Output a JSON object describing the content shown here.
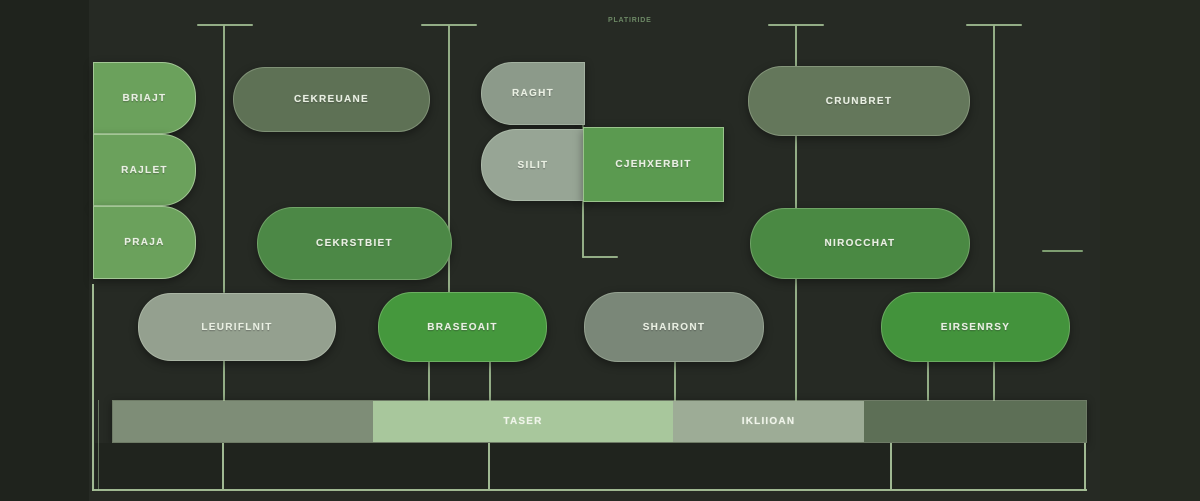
{
  "note_top": "PLATIRIDE",
  "stack": {
    "items": [
      "BRIAJT",
      "RAJLET",
      "PRAJA"
    ]
  },
  "nodes": {
    "cekreuane": {
      "label": "CEKREUANE"
    },
    "cekrstbiet": {
      "label": "CEKRSTBIET"
    },
    "raght": {
      "label": "RAGHT"
    },
    "silit": {
      "label": "SILIT"
    },
    "cjehxerbit": {
      "label": "CJEHXERBIT"
    },
    "crunbret": {
      "label": "CRUNBRET"
    },
    "nirocchat": {
      "label": "NIROCCHAT"
    },
    "leuriflnit": {
      "label": "LEURIFLNIT"
    },
    "braseoait": {
      "label": "BRASEOAIT"
    },
    "shairont": {
      "label": "SHAIRONT"
    },
    "eirsenrsy": {
      "label": "EIRSENRSY"
    }
  },
  "bar": {
    "segments": [
      {
        "label": ""
      },
      {
        "label": "TASER"
      },
      {
        "label": "IKLIIOAN"
      },
      {
        "label": ""
      }
    ]
  },
  "palette": {
    "background": "#262a24",
    "margin": "#1f231d",
    "green_bright": "#45983d",
    "green_mid": "#4c8846",
    "green_box": "#6ba15c",
    "sage_pill": "#64775b",
    "gray_pill": "#8c9a8a",
    "bar_gray": "#7e8d77",
    "bar_light_green": "#a8c79c",
    "bar_sage": "#9dac96",
    "bar_dark": "#5d6f56",
    "connector_line": "#9cb88f",
    "outline_green": "#a6c199",
    "text": "#e9f0e2"
  }
}
